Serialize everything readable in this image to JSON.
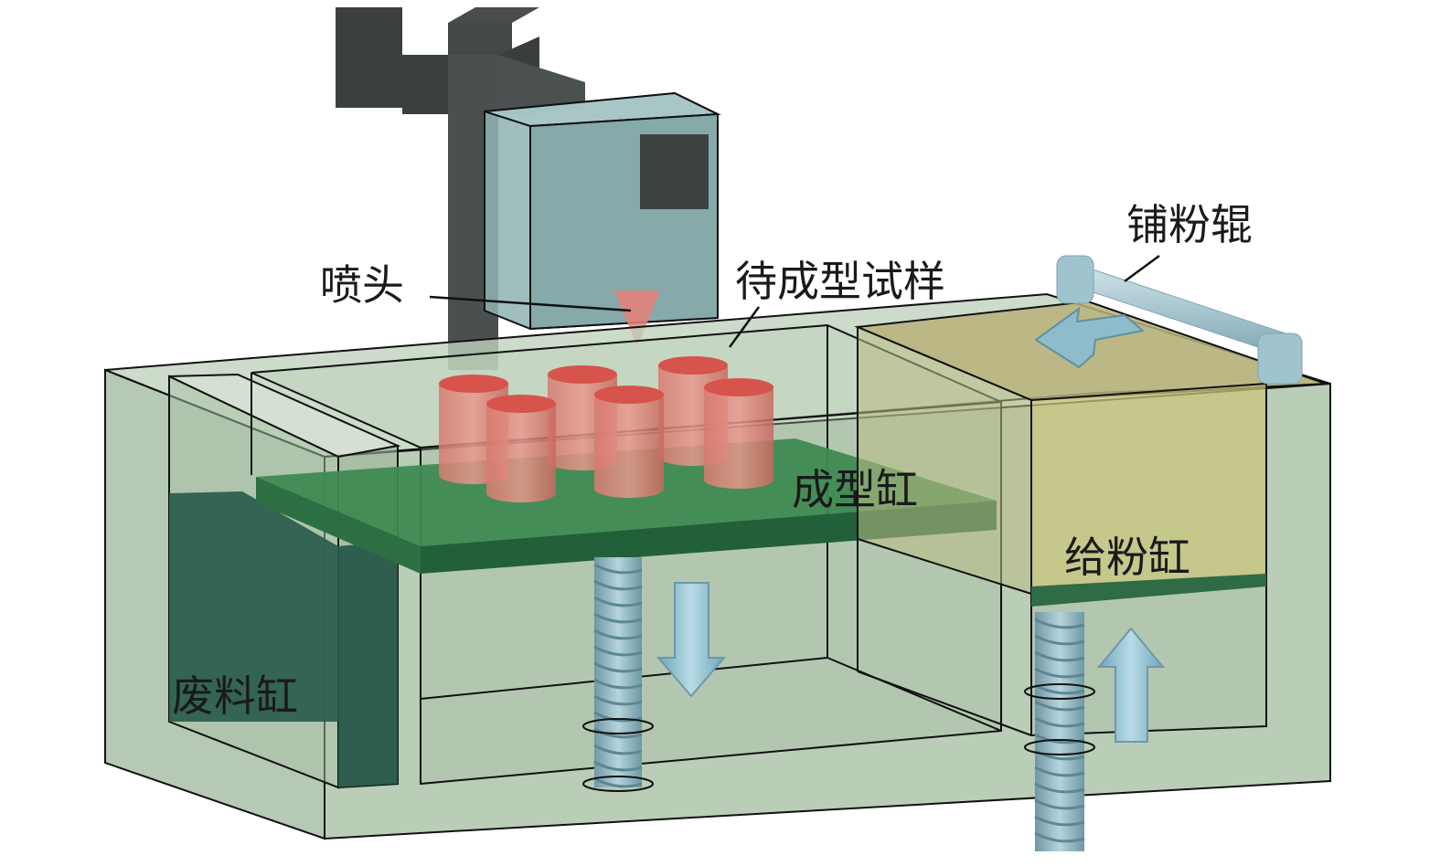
{
  "labels": {
    "nozzle": "喷头",
    "sample": "待成型试样",
    "roller": "铺粉辊",
    "build_cylinder": "成型缸",
    "feed_cylinder": "给粉缸",
    "waste_cylinder": "废料缸"
  },
  "colors": {
    "housing": "#9cb59a",
    "build_plate": "#2f7a46",
    "waste_block": "#2d5e4e",
    "feed_powder": "#c8c47c",
    "samples": "#d9645c",
    "arm": "#3a3d3e",
    "arrow": "#8fbccb",
    "screw": "#8ab3bf"
  }
}
